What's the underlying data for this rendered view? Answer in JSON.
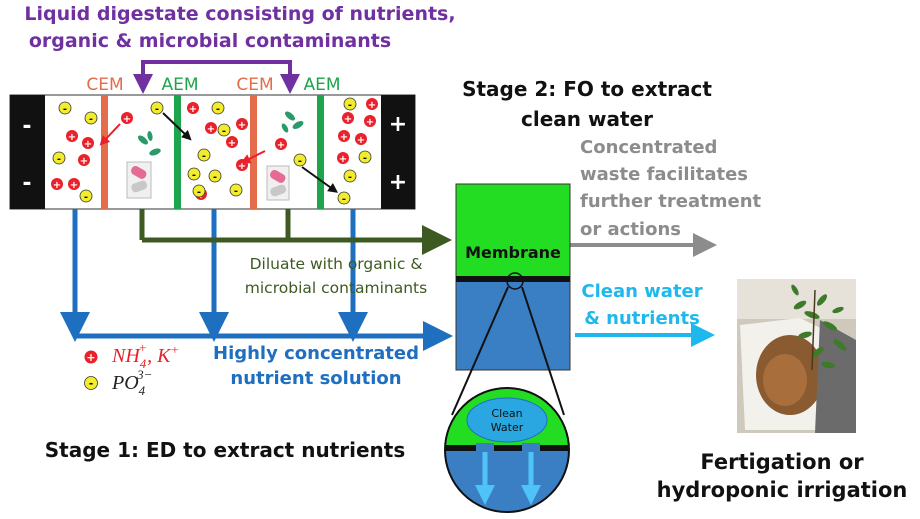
{
  "header": {
    "line1": "Liquid digestate consisting of nutrients,",
    "line2": "organic & microbial contaminants"
  },
  "membranes": {
    "cem1": "CEM",
    "aem1": "AEM",
    "cem2": "CEM",
    "aem2": "AEM"
  },
  "electrodes": {
    "neg": "-",
    "pos": "+"
  },
  "ions": {
    "cation": "+",
    "anion": "-"
  },
  "stage2": {
    "line1": "Stage 2: FO to extract",
    "line2": "clean water"
  },
  "waste": {
    "line1": "Concentrated",
    "line2": "waste facilitates",
    "line3": "further treatment",
    "line4": "or actions"
  },
  "membrane_label": "Membrane",
  "diluate": {
    "line1": "Diluate with organic &",
    "line2": "microbial contaminants"
  },
  "clean_water_label": {
    "line1": "Clean water",
    "line2": "& nutrients"
  },
  "concentrate": {
    "line1": "Highly concentrated",
    "line2": "nutrient solution"
  },
  "legend": {
    "cation_text": "NH",
    "cation_sub": "4",
    "cation_sup": "+",
    "cation_rest": ", K",
    "cation_rest_sup": "+",
    "anion_text": "PO",
    "anion_sub": "4",
    "anion_sup": "3−"
  },
  "stage1": "Stage 1: ED to extract nutrients",
  "zoom": {
    "line1": "Clean",
    "line2": "Water"
  },
  "fertigation": {
    "line1": "Fertigation or",
    "line2": "hydroponic irrigation"
  },
  "colors": {
    "purple": "#7030a0",
    "cem": "#e46c4a",
    "aem": "#1ca54a",
    "blue": "#1f6fc1",
    "darkgreen": "#3d5a22",
    "grey": "#8c8c8c",
    "cyan": "#1fb8ec",
    "red": "#e8212b",
    "yellow": "#f2ec2d"
  }
}
